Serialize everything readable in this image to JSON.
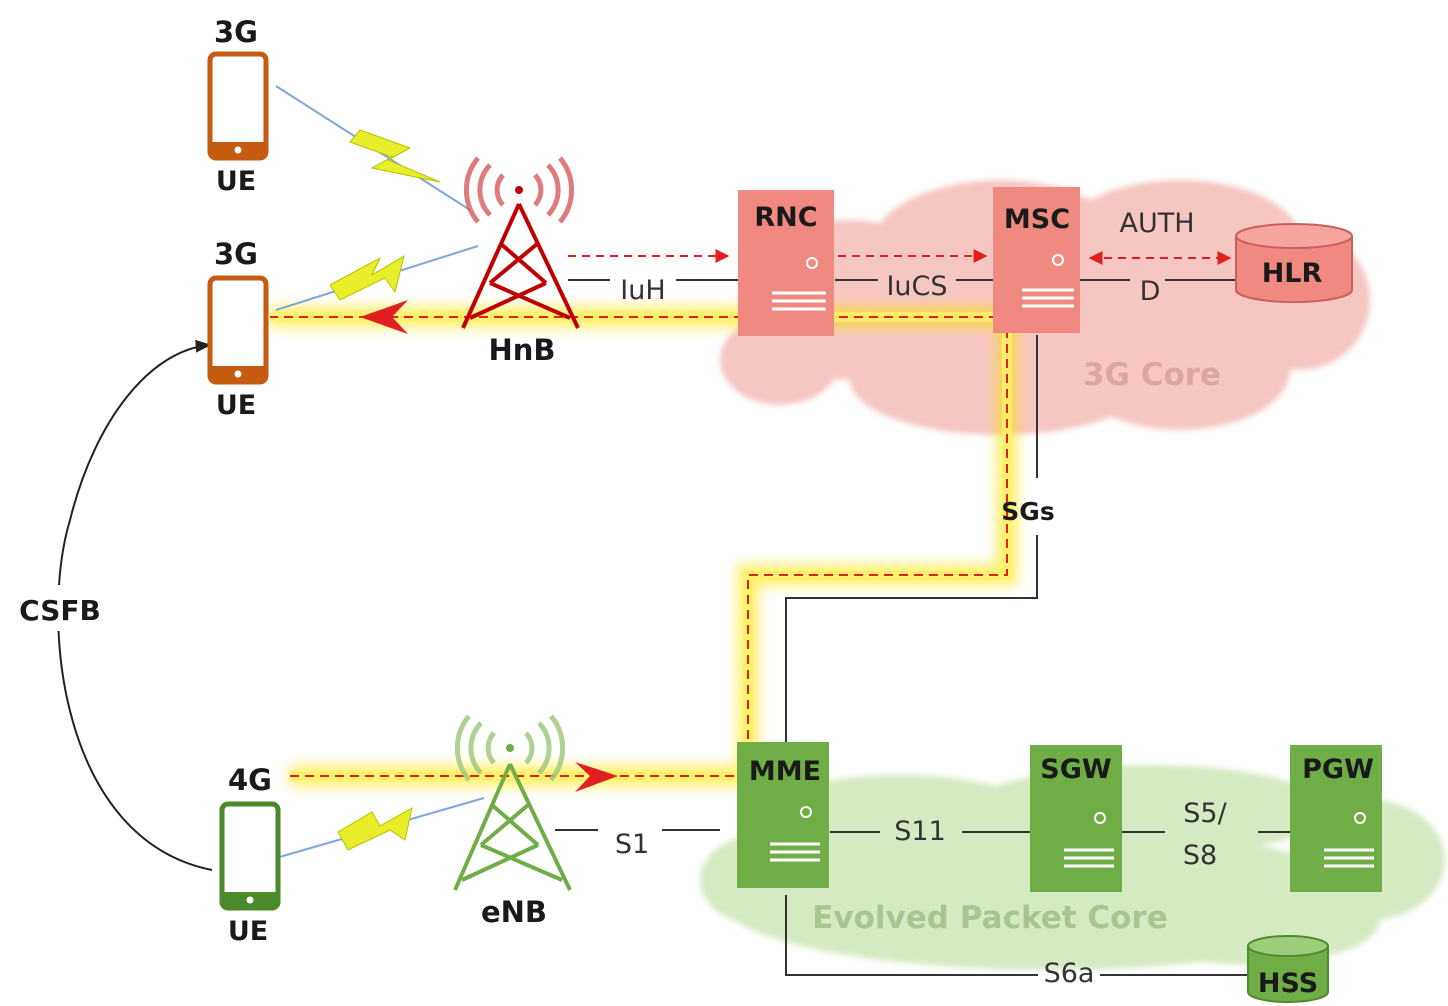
{
  "colors": {
    "core3g_cloud": "#f6c6c2",
    "core3g_node": "#f08a80",
    "core3g_text": "#d9a79f",
    "epc_cloud": "#d5e9c2",
    "epc_node": "#6fad47",
    "epc_text": "#a8c58d",
    "ue_3g": "#c55a11",
    "ue_4g": "#4a8a2a",
    "tower_3g": "#c00000",
    "tower_4g": "#6fad47",
    "signal_arrow": "#e02020",
    "highlight": "#ffe400"
  },
  "ue_top": {
    "tech": "3G",
    "label": "UE"
  },
  "ue_mid": {
    "tech": "3G",
    "label": "UE"
  },
  "ue_bottom": {
    "tech": "4G",
    "label": "UE"
  },
  "hnb": {
    "label": "HnB"
  },
  "enb": {
    "label": "eNB"
  },
  "rnc": {
    "label": "RNC"
  },
  "msc": {
    "label": "MSC"
  },
  "hlr": {
    "label": "HLR"
  },
  "mme": {
    "label": "MME"
  },
  "sgw": {
    "label": "SGW"
  },
  "pgw": {
    "label": "PGW"
  },
  "hss": {
    "label": "HSS"
  },
  "interfaces": {
    "iuh": "IuH",
    "iucs": "IuCS",
    "d": "D",
    "auth": "AUTH",
    "sgs": "SGs",
    "s1": "S1",
    "s11": "S11",
    "s5_line1": "S5/",
    "s5_line2": "S8",
    "s6a": "S6a"
  },
  "core3g_label": "3G Core",
  "epc_label": "Evolved Packet Core",
  "csfb_label": "CSFB"
}
